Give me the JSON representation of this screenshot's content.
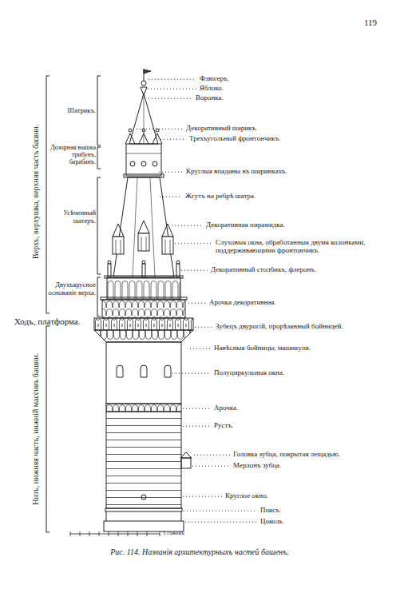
{
  "diagram": {
    "caption": "Рис. 114. Названія архитектурныхъ частей башенъ.",
    "labels": [
      "119",
      "Верхъ, верхушка, верхняя часть башни.",
      "Шатрикъ.",
      "Дозорная вышка трибунъ, барабанъ.",
      "Усѣченный шатеръ.",
      "Двухъярусное основаніе верха.",
      "Ходъ, платформа.",
      "Низъ, нижняя часть, нижній массивъ башни.",
      "Флюгеръ.",
      "Яблоко.",
      "Воронка.",
      "Декоративный шарикъ.",
      "Трехъугольный фронтончикъ.",
      "Круглыя впадины въ ширинкахъ.",
      "Жгутъ на ребрѣ шатра.",
      "Декоративная пирамидка.",
      "Слуховыя окна, обработанныя двумя колонками, поддерживающими фронтончикъ.",
      "Декоративный столбикъ, флеронъ.",
      "Арочка декоративная.",
      "Зубецъ двурогій, прорѣзанный бойницей.",
      "Навѣсныя бойницы, машикули.",
      "Полуциркульныя окна.",
      "Арочка.",
      "Рустъ.",
      "Головка зубца, покрытая лещадью.",
      "Мерлонъ зубца.",
      "Круглое окно.",
      "Поясъ.",
      "Цоколь.",
      "5 саженъ"
    ]
  }
}
